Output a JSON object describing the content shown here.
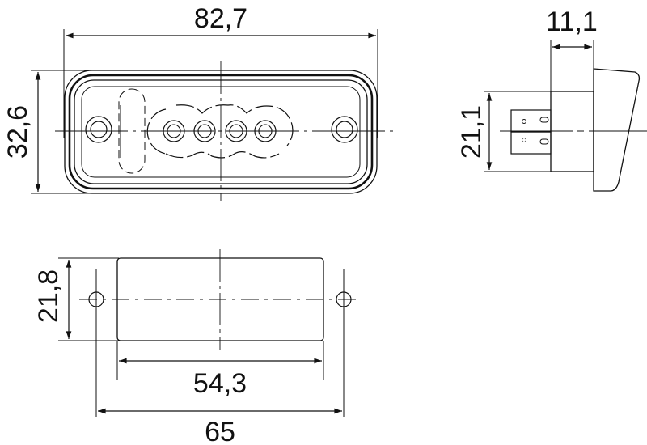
{
  "drawing": {
    "type": "technical dimension drawing",
    "views": {
      "front": {
        "width_label": "82,7",
        "height_label": "32,6",
        "led_count": 4,
        "mounting_holes": 2
      },
      "side": {
        "depth_label": "11,1",
        "height_label": "21,1"
      },
      "cutout": {
        "height_label": "21,8",
        "inner_width_label": "54,3",
        "hole_spacing_label": "65"
      }
    },
    "colors": {
      "line": "#111111",
      "background": "#ffffff"
    }
  }
}
